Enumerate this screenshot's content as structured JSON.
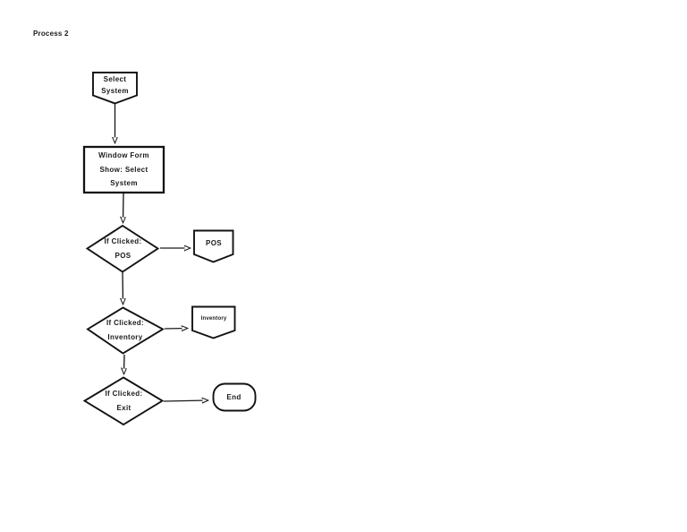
{
  "page": {
    "title": "Process 2"
  },
  "colors": {
    "background": "#ffffff",
    "shape_fill": "#ffffff",
    "stroke": "#121212",
    "text": "#1a1a1a"
  },
  "nodes": [
    {
      "id": "start-select-system",
      "type": "off-page-connector",
      "lines": [
        "Select",
        "System"
      ]
    },
    {
      "id": "window-form",
      "type": "process",
      "lines": [
        "Window Form",
        "Show: Select",
        "System"
      ]
    },
    {
      "id": "decision-pos",
      "type": "decision",
      "lines": [
        "If Clicked:",
        "POS"
      ]
    },
    {
      "id": "connector-pos",
      "type": "off-page-connector",
      "lines": [
        "POS"
      ]
    },
    {
      "id": "decision-inventory",
      "type": "decision",
      "lines": [
        "If Clicked:",
        "Inventory"
      ]
    },
    {
      "id": "connector-inventory",
      "type": "off-page-connector",
      "lines": [
        "Inventory"
      ]
    },
    {
      "id": "decision-exit",
      "type": "decision",
      "lines": [
        "If Clicked:",
        "Exit"
      ]
    },
    {
      "id": "end",
      "type": "terminator",
      "lines": [
        "End"
      ]
    }
  ],
  "edges": [
    {
      "from": "start-select-system",
      "to": "window-form",
      "direction": "down"
    },
    {
      "from": "window-form",
      "to": "decision-pos",
      "direction": "down"
    },
    {
      "from": "decision-pos",
      "to": "connector-pos",
      "direction": "right"
    },
    {
      "from": "decision-pos",
      "to": "decision-inventory",
      "direction": "down"
    },
    {
      "from": "decision-inventory",
      "to": "connector-inventory",
      "direction": "right"
    },
    {
      "from": "decision-inventory",
      "to": "decision-exit",
      "direction": "down"
    },
    {
      "from": "decision-exit",
      "to": "end",
      "direction": "right"
    }
  ]
}
